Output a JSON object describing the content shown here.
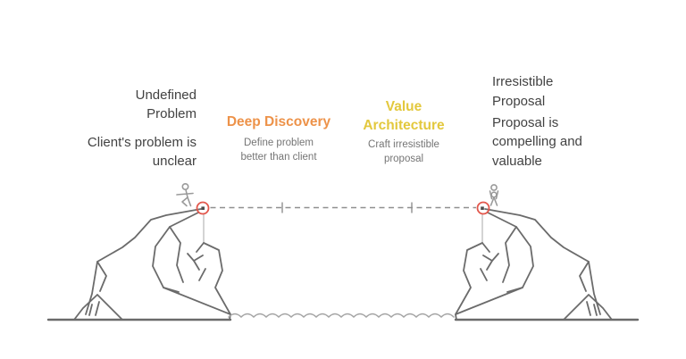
{
  "scene": {
    "background": "#ffffff",
    "colors": {
      "line": "#6b6b6b",
      "guide": "#aaaaaa",
      "figure": "#9a9a9a",
      "wave": "#a3a3a3",
      "dash": "#8f8f8f",
      "marker": "#e2574c",
      "marker_dot": "#4d4d4d",
      "dark_text": "#424242",
      "muted_text": "#757575",
      "discovery_accent": "#ed9249",
      "architecture_accent": "#e3c83d"
    },
    "icons": {
      "hiker-figure-icon": "stick figure walking toward cliff edge",
      "celebrating-figure-icon": "stick figure with raised arms and ball overhead",
      "start-point-marker": "red circle at left cliff edge",
      "end-point-marker": "red circle at right cliff edge",
      "gap-dashed-line": "dashed bridge line with two tick marks",
      "water-waves-icon": "wavy water line in the gap",
      "cliff-left-icon": "faceted cliff line art, left",
      "cliff-right-icon": "faceted cliff line art, right (mirrored)"
    }
  },
  "stages": {
    "problem": {
      "title_lines": [
        "Undefined",
        "Problem"
      ],
      "desc_lines": [
        "Client's problem is",
        "unclear"
      ]
    },
    "discovery": {
      "title": "Deep Discovery",
      "desc_lines": [
        "Define problem",
        "better than client"
      ]
    },
    "architecture": {
      "title_lines": [
        "Value",
        "Architecture"
      ],
      "desc_lines": [
        "Craft irresistible",
        "proposal"
      ]
    },
    "proposal": {
      "title_lines": [
        "Irresistible",
        "Proposal"
      ],
      "desc_lines": [
        "Proposal is",
        "compelling and",
        "valuable"
      ]
    }
  }
}
